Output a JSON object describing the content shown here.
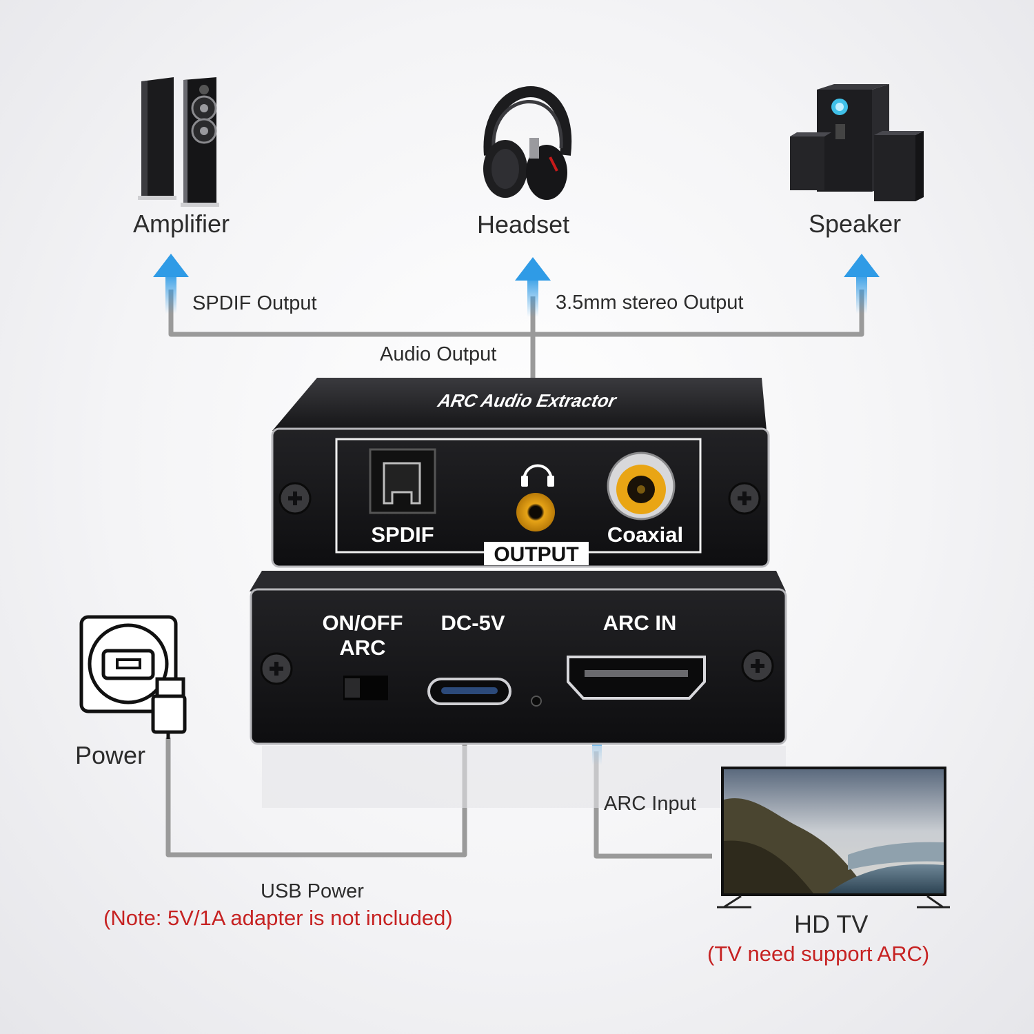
{
  "outputs": {
    "amplifier": "Amplifier",
    "headset": "Headset",
    "speaker": "Speaker"
  },
  "connections": {
    "spdif_output": "SPDIF Output",
    "stereo_output": "3.5mm stereo Output",
    "audio_output": "Audio Output",
    "arc_input": "ARC Input",
    "usb_power": "USB Power",
    "usb_note": "(Note: 5V/1A adapter is not included)"
  },
  "device": {
    "top_title": "ARC Audio Extractor",
    "spdif_port": "SPDIF",
    "coaxial_port": "Coaxial",
    "output_panel": "OUTPUT",
    "switch_label_1": "ON/OFF",
    "switch_label_2": "ARC",
    "dc_label": "DC-5V",
    "arc_in_label": "ARC IN"
  },
  "power": {
    "label": "Power"
  },
  "tv": {
    "label": "HD TV",
    "note": "(TV need support ARC)"
  },
  "colors": {
    "arrow_blue": "#2f9be6",
    "line_gray": "#9a9a9a",
    "note_red": "#c62222",
    "device_black": "#1a1a1c"
  }
}
